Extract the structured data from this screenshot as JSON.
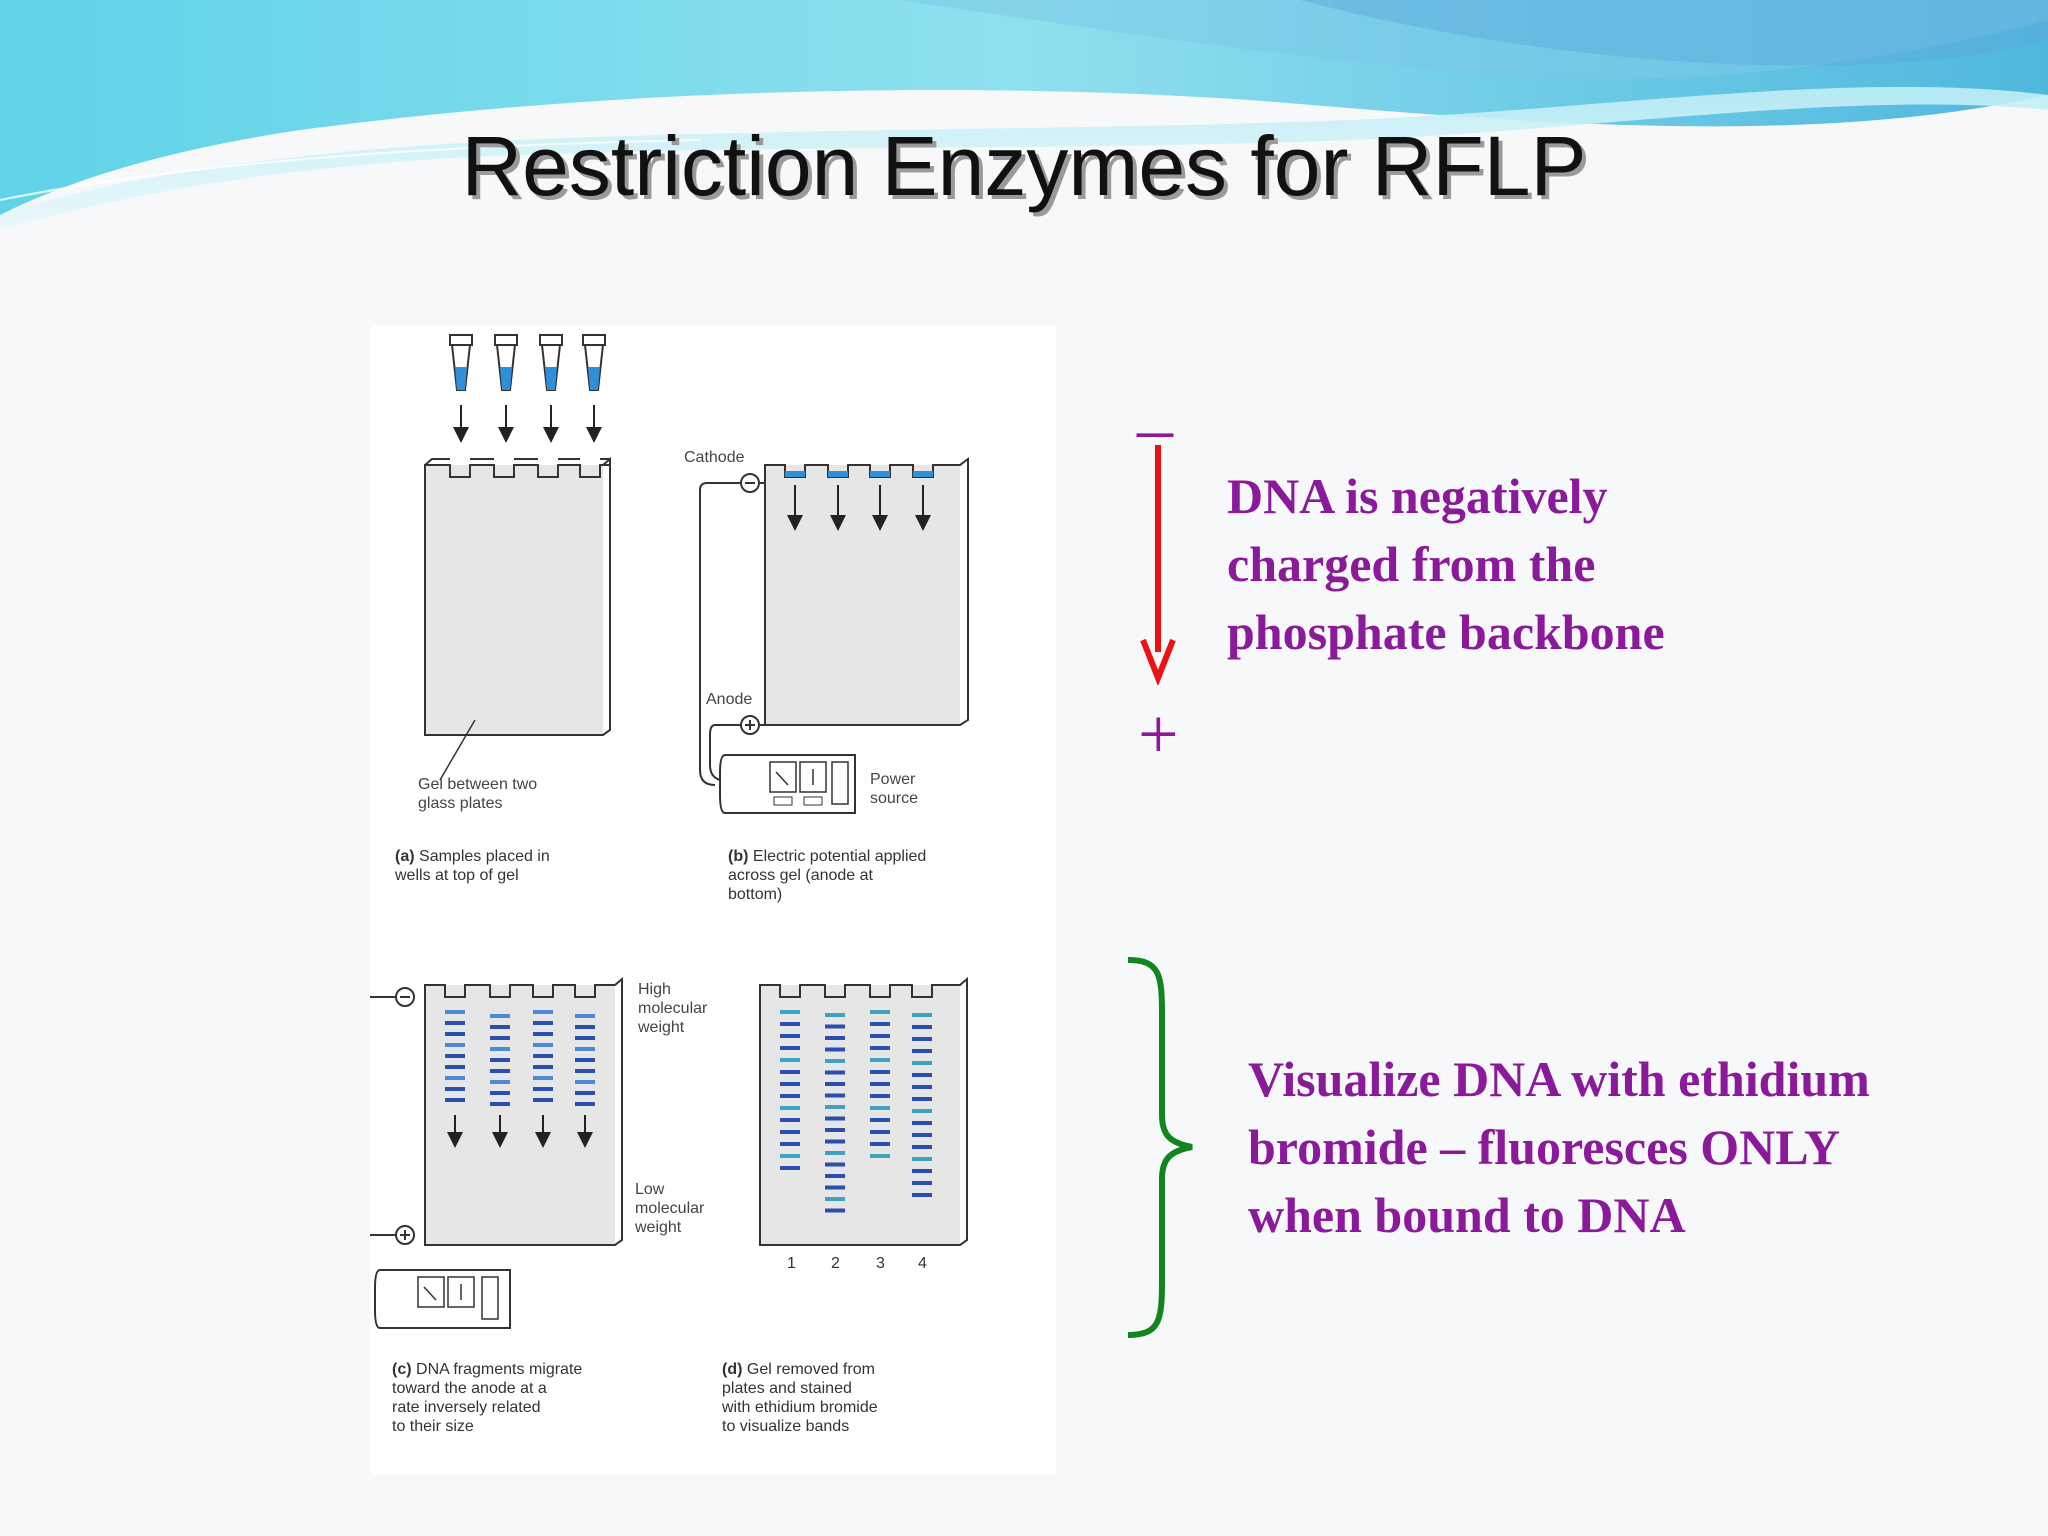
{
  "slide": {
    "title": "Restriction Enzymes for RFLP",
    "colors": {
      "title_text": "#111111",
      "accent_purple": "#8b1a9b",
      "arrow_red": "#ee1111",
      "brace_green": "#12851f",
      "sample_blue": "#2f8fd8",
      "band_blue": "#2a4fb0"
    }
  },
  "figure": {
    "labels": {
      "cathode": "Cathode",
      "anode": "Anode",
      "gel_plates": "Gel between two\nglass plates",
      "power_source": "Power\nsource",
      "high_mw": "High\nmolecular\nweight",
      "low_mw": "Low\nmolecular\nweight"
    },
    "panels": [
      {
        "letter": "(a)",
        "text": "Samples placed in\nwells at top of gel"
      },
      {
        "letter": "(b)",
        "text": "Electric potential applied\nacross gel (anode at\nbottom)"
      },
      {
        "letter": "(c)",
        "text": "DNA fragments migrate\ntoward the anode at a\nrate inversely related\nto their size"
      },
      {
        "letter": "(d)",
        "text": "Gel removed from\nplates and stained\nwith ethidium bromide\nto visualize bands"
      }
    ],
    "lanes": [
      "1",
      "2",
      "3",
      "4"
    ]
  },
  "annotations": {
    "minus_sign": "–",
    "plus_sign": "+",
    "charge_note": "DNA is negatively\ncharged from the\nphosphate backbone",
    "stain_note": "Visualize DNA with ethidium\nbromide – fluoresces ONLY\nwhen bound to DNA"
  }
}
